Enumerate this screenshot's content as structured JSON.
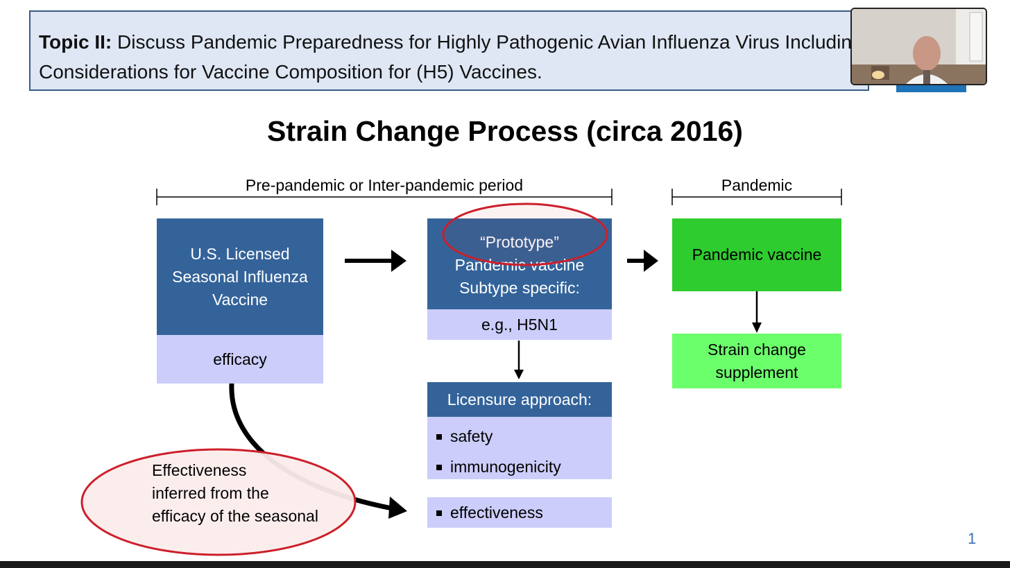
{
  "topic": {
    "label": "Topic II:",
    "text": " Discuss Pandemic Preparedness for Highly Pathogenic Avian Influenza Virus Including Considerations for Vaccine Composition for (H5) Vaccines."
  },
  "slide": {
    "title": "Strain Change Process (circa 2016)",
    "number": "1"
  },
  "periods": {
    "pre": "Pre-pandemic or Inter-pandemic period",
    "pandemic": "Pandemic"
  },
  "boxes": {
    "seasonal_line1": "U.S. Licensed",
    "seasonal_line2": "Seasonal Influenza",
    "seasonal_line3": "Vaccine",
    "efficacy": "efficacy",
    "prototype_line1": "“Prototype”",
    "prototype_line2": "Pandemic vaccine",
    "prototype_line3": "Subtype specific:",
    "example": "e.g., H5N1",
    "licensure_title": "Licensure approach:",
    "licensure_items": [
      "safety",
      "immunogenicity"
    ],
    "effectiveness": "effectiveness",
    "pandemic_vaccine": "Pandemic vaccine",
    "strain_line1": "Strain change",
    "strain_line2": "supplement"
  },
  "callout": {
    "line1": "Effectiveness",
    "line2": "inferred from the",
    "line3": "efficacy of the seasonal"
  },
  "colors": {
    "dark_box": "#34639a",
    "light_box": "#cccdfa",
    "green": "#2ecc2e",
    "light_green": "#6cff6c",
    "highlight_red": "#cc1f2a"
  }
}
